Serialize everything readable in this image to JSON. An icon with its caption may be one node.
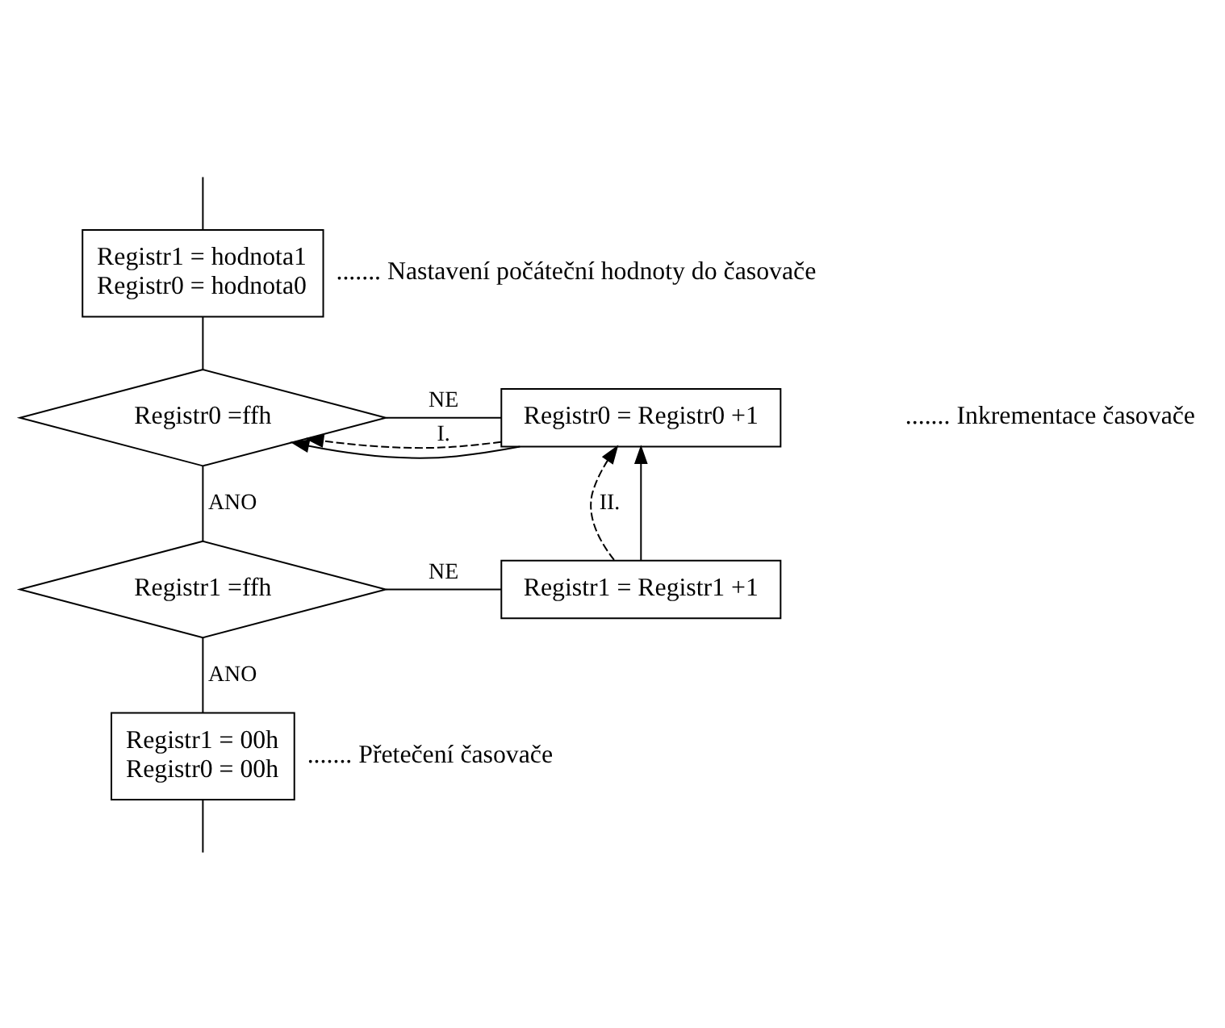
{
  "diagram": {
    "nodes": [
      {
        "text": [
          "Registr1 = hodnota1",
          "Registr0 = hodnota0"
        ],
        "beside": [
          "....... Nastavení počáteční hodnoty do časovače"
        ]
      },
      {
        "text": [
          "Registr0 = Registr0 +1"
        ]
      },
      {
        "text": [
          "Registr0 =ffh"
        ]
      },
      {
        "text": [
          "Registr1 = Registr1 +1"
        ]
      },
      {
        "text": [
          "Registr1 =ffh"
        ]
      },
      {
        "text": [
          "Registr1 = 00h",
          "Registr0 = 00h"
        ],
        "beside": [
          "....... Přetečení časovače"
        ]
      }
    ],
    "edges": [
      {
        "from": null,
        "to": 0,
        "arrow": "none"
      },
      {
        "from": 0,
        "to": 2,
        "arrow": "none"
      },
      {
        "from": 1,
        "to": 2,
        "arrow": "to"
      },
      {
        "from": 2,
        "to": 1,
        "arrow": "none",
        "label": "NE"
      },
      {
        "from": 2,
        "to": 4,
        "arrow": "none",
        "label": "ANO"
      },
      {
        "from": 4,
        "to": 3,
        "arrow": "none",
        "label": "NE"
      },
      {
        "from": 3,
        "to": 1,
        "arrow": "to"
      },
      {
        "from": 4,
        "to": 5,
        "arrow": "none",
        "label": "ANO"
      },
      {
        "from": 5,
        "to": null,
        "arrow": "none"
      },
      {
        "from": 1,
        "to": 2,
        "arrow": "to",
        "style": "dashed",
        "label": "I."
      },
      {
        "from": 3,
        "to": 1,
        "arrow": "to",
        "style": "dashed",
        "label": "II."
      }
    ],
    "labels": [
      "....... Inkrementace časovače"
    ]
  }
}
